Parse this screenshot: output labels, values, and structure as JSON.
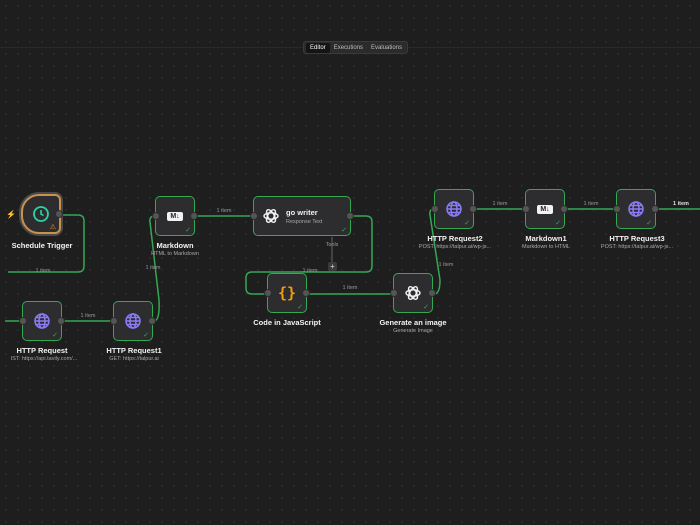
{
  "tabs": [
    {
      "label": "Editor",
      "active": true
    },
    {
      "label": "Executions"
    },
    {
      "label": "Evaluations"
    }
  ],
  "edge_label": "1 item",
  "tools_label": "Tools",
  "accent": "#34a853",
  "nodes": {
    "schedule": {
      "title": "Schedule Trigger",
      "icon": "clock-icon"
    },
    "http": {
      "title": "HTTP Request",
      "subtitle": "IST: https://api.tavily.com/..."
    },
    "http1": {
      "title": "HTTP Request1",
      "subtitle": "GET: https://talpur.ai"
    },
    "markdown": {
      "title": "Markdown",
      "subtitle": "HTML to Markdown",
      "icon_text": "M↓"
    },
    "gowriter": {
      "title": "go writer",
      "subtitle": "Response Text"
    },
    "code": {
      "title": "Code in JavaScript",
      "icon_text": "{}"
    },
    "genimage": {
      "title": "Generate an image",
      "subtitle": "Generate Image"
    },
    "http2": {
      "title": "HTTP Request2",
      "subtitle": "POST: https://talpur.ai/wp-js..."
    },
    "markdown1": {
      "title": "Markdown1",
      "subtitle": "Markdown to HTML",
      "icon_text": "M↓"
    },
    "http3": {
      "title": "HTTP Request3",
      "subtitle": "POST: https://talpur.ai/wp-js..."
    }
  }
}
